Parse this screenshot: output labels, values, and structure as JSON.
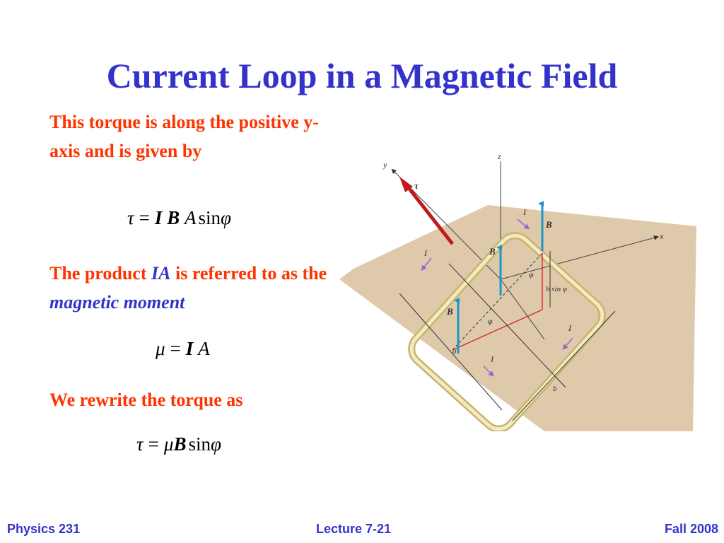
{
  "slide": {
    "title": "Current Loop in a Magnetic Field",
    "para1": "This torque is along the positive y-axis and is given by",
    "eq1": {
      "lhs": "τ",
      "op": "=",
      "i": "I",
      "b": "B",
      "a": "A",
      "fn": "sin",
      "phi": "φ"
    },
    "para2": {
      "pre": "The product ",
      "ia": "IA",
      "mid": " is referred to as the ",
      "term": "magnetic moment"
    },
    "eq2": {
      "mu": "μ",
      "op": "=",
      "i": "I",
      "a": "A"
    },
    "para3": "We rewrite the torque as",
    "eq3": {
      "lhs": "τ",
      "op": "=",
      "mu": "μ",
      "b": "B",
      "fn": "sin",
      "phi": "φ"
    }
  },
  "figure": {
    "labels": {
      "y": "y",
      "z": "z",
      "x": "x",
      "tau": "τ",
      "B": "B",
      "I": "I",
      "a": "a",
      "b": "b",
      "phi": "φ",
      "bsinphi": "b sin φ"
    },
    "colors": {
      "plane": "#dcc4a4",
      "loop": "#e6d9a0",
      "field_arrow": "#1e96c8",
      "torque_arrow": "#c01a1a",
      "current_arrow": "#9966cc",
      "red_lines": "#d03030"
    }
  },
  "footer": {
    "left": "Physics 231",
    "center": "Lecture 7-21",
    "right": "Fall 2008"
  }
}
